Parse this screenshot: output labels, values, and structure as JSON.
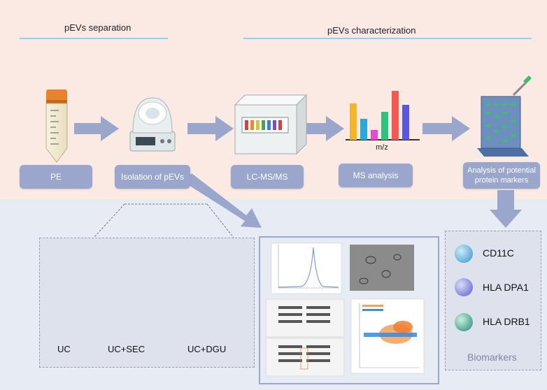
{
  "sections": {
    "separation_title": "pEVs separation",
    "characterization_title": "pEVs characterization"
  },
  "steps": [
    {
      "label": "PE"
    },
    {
      "label": "Isolation of pEVs"
    },
    {
      "label": "LC-MS/MS"
    },
    {
      "label": "MS analysis"
    },
    {
      "label": "Analysis of potential protein markers"
    }
  ],
  "ms_axis_label": "m/z",
  "methods": [
    {
      "label": "UC"
    },
    {
      "label": "UC+SEC"
    },
    {
      "label": "UC+DGU"
    }
  ],
  "biomarkers": {
    "title": "Biomarkers",
    "items": [
      {
        "label": "CD11C",
        "color": "#6fb6dc"
      },
      {
        "label": "HLA DPA1",
        "color": "#8b8fe0"
      },
      {
        "label": "HLA DRB1",
        "color": "#5fb39c"
      }
    ]
  },
  "colors": {
    "step_box": "#9aa6cc",
    "arrow": "#9aa6cc",
    "top_bg": "#fbeae4",
    "bottom_bg": "#e6ebf4"
  },
  "icons": [
    "conical-tube-icon",
    "centrifuge-icon",
    "mass-spectrometer-icon",
    "ms-bar-chart-icon",
    "gel-blot-icon"
  ]
}
